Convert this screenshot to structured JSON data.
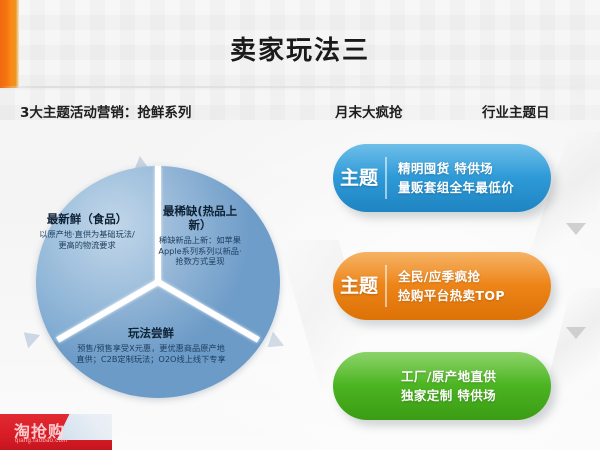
{
  "slide": {
    "title": "卖家玩法三",
    "accent_orange": "#f4720f",
    "accent_blue": "#2e9ad7",
    "accent_green": "#4cb522"
  },
  "headings": {
    "left": "3大主题活动营销：抢鲜系列",
    "middle": "月末大疯抢",
    "right": "行业主题日"
  },
  "circle": {
    "segments": [
      {
        "title": "最新鲜（食品）",
        "desc": "以原产地·直供为基础玩法/更高的物流要求"
      },
      {
        "title": "最稀缺(热品上新）",
        "desc": "稀缺新品上新：如苹果Apple系列系列以新品·抢数方式呈现"
      },
      {
        "title": "玩法尝鲜",
        "desc": "预售/预售享受X元惠，更优惠商品原产地直供；C2B定制玩法；O2O线上线下专享"
      }
    ]
  },
  "themes": [
    {
      "tag": "主题",
      "line1": "精明囤货 特供场",
      "line2": "量贩套组全年最低价",
      "color": "#2e9ad7"
    },
    {
      "tag": "主题",
      "line1": "全民/应季疯抢",
      "line2": "捡购平台热卖TOP",
      "color": "#ed8519"
    },
    {
      "tag": "",
      "line1": "工厂/原产地直供",
      "line2": "独家定制 特供场",
      "color": "#4cb522"
    }
  ],
  "watermark": {
    "logo": "淘抢购",
    "url": "qiang.taobao.com"
  }
}
